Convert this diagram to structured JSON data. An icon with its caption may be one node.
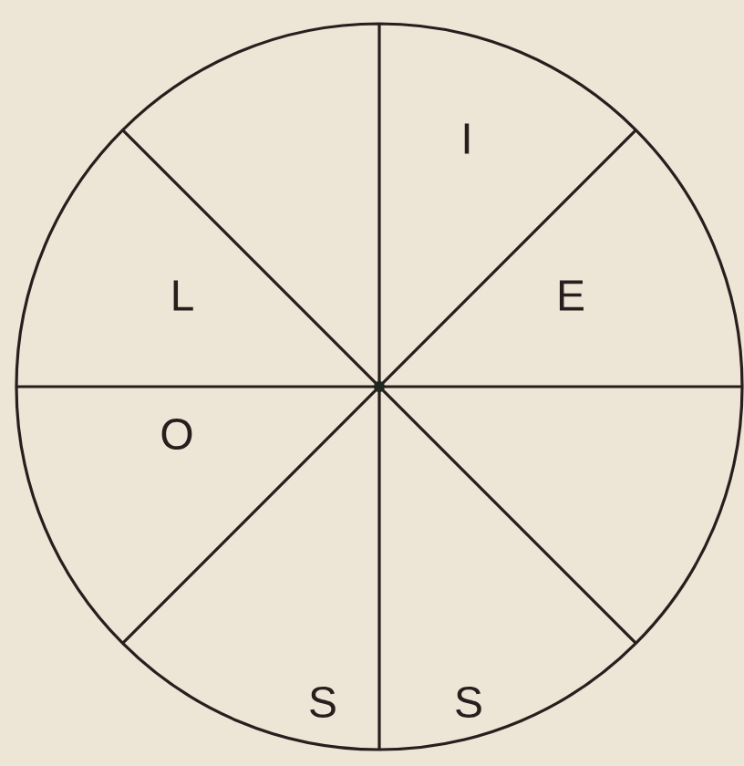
{
  "diagram": {
    "labels": [
      "I",
      "L",
      "E",
      "O",
      "S",
      "S"
    ]
  }
}
